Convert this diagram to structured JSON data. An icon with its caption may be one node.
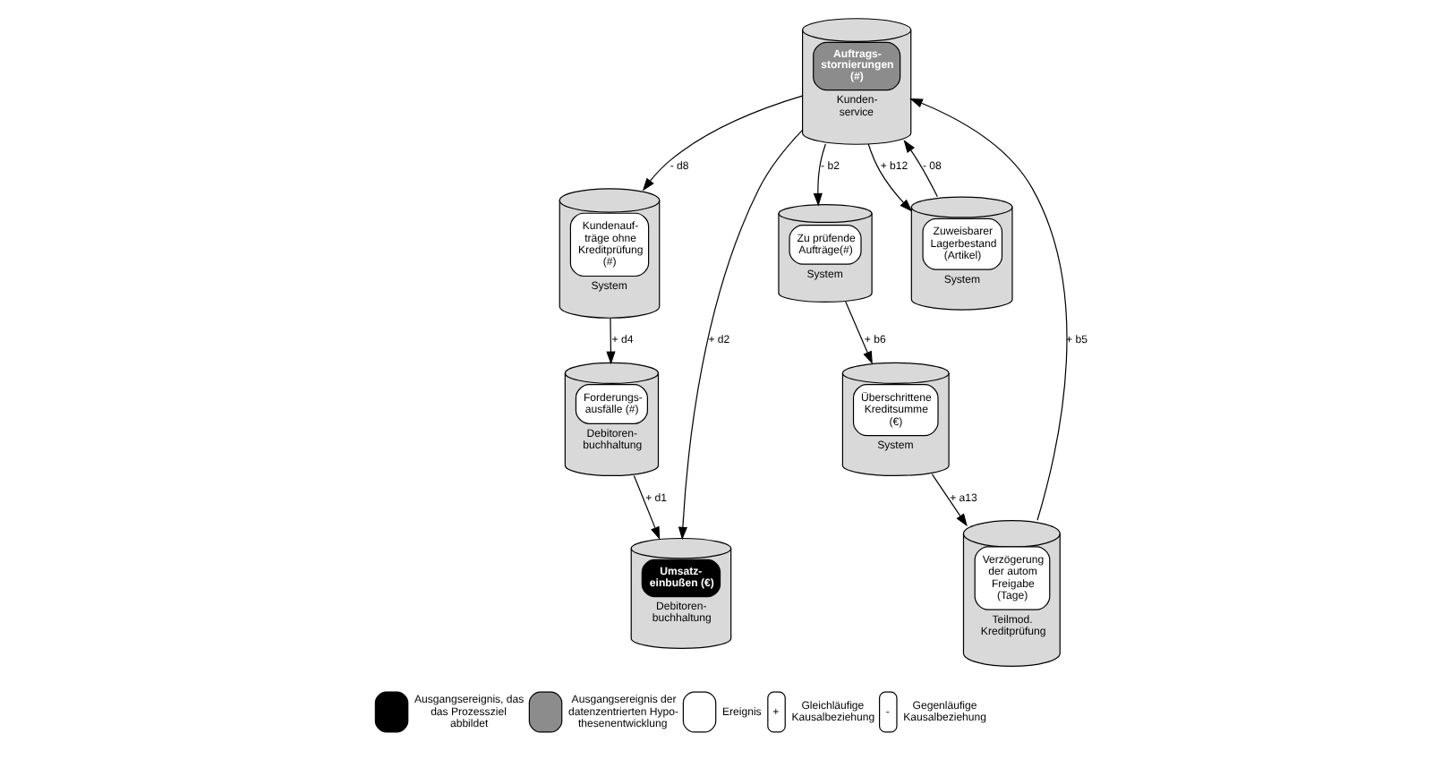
{
  "diagram": {
    "nodes": [
      {
        "text": [
          "Umsatz- einbußen (€)",
          "Debitoren- buchhaltung"
        ]
      },
      {
        "text": [
          "Zu prüfende Aufträge(#)",
          "System"
        ]
      },
      {
        "text": [
          "Forderungs- ausfälle (#)",
          "Debitoren- buchhaltung"
        ]
      },
      {
        "text": [
          "Auftrags- stornierungen (#)",
          "Kunden- service"
        ]
      },
      {
        "text": [
          "Überschrittene Kreditsumme (€)",
          "System"
        ]
      },
      {
        "text": [
          "Kundenauf- träge ohne Kreditprüfung (#)",
          "System"
        ]
      },
      {
        "text": [
          "Zuweisbarer Lagerbestand (Artikel)",
          "System"
        ]
      },
      {
        "text": [
          "Verzögerung der autom Freigabe (Tage)",
          "Teilmod. Kreditprüfung"
        ]
      }
    ],
    "edges": [
      {
        "from": 2,
        "to": 0,
        "arrow": "to",
        "label": "+ d1"
      },
      {
        "from": 3,
        "to": 0,
        "arrow": "to",
        "label": "+ d2"
      },
      {
        "from": 3,
        "to": 1,
        "arrow": "to",
        "label": "- b2"
      },
      {
        "from": 1,
        "to": 4,
        "arrow": "to",
        "label": "+ b6"
      },
      {
        "from": 4,
        "to": 7,
        "arrow": "to",
        "label": "+ a13"
      },
      {
        "from": 7,
        "to": 3,
        "arrow": "to",
        "label": "+ b5"
      },
      {
        "from": 3,
        "to": 5,
        "arrow": "to",
        "label": "- d8"
      },
      {
        "from": 5,
        "to": 2,
        "arrow": "to",
        "label": "+ d4"
      },
      {
        "from": 6,
        "to": 3,
        "arrow": "to",
        "label": "- 08"
      },
      {
        "from": 3,
        "to": 6,
        "arrow": "to",
        "label": "+ b12"
      }
    ],
    "labels": [
      "+",
      "-"
    ],
    "legend": [
      {
        "text": "Ausgangsereignis, das das Prozessziel abbildet"
      },
      {
        "text": "Ausgangsereignis der datenzentrierten Hypo- thesenentwicklung"
      },
      {
        "text": "Ereignis"
      },
      {
        "text": "Gleichläufige Kausalbeziehung"
      },
      {
        "text": "Gegenläufige Kausalbeziehung"
      }
    ]
  }
}
